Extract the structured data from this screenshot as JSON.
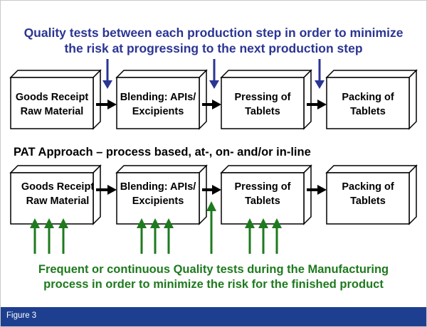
{
  "top_section": {
    "heading_line1": "Quality tests between each production step in order to minimize",
    "heading_line2": "the risk at progressing to the next production step",
    "steps": [
      {
        "line1": "Goods Receipt",
        "line2": "Raw Material"
      },
      {
        "line1": "Blending: APIs/",
        "line2": "Excipients"
      },
      {
        "line1": "Pressing of",
        "line2": "Tablets"
      },
      {
        "line1": "Packing of",
        "line2": "Tablets"
      }
    ]
  },
  "middle_section": {
    "heading": "PAT Approach – process based, at-, on- and/or in-line",
    "steps": [
      {
        "line1": "Goods Receipt",
        "line2": "Raw Material"
      },
      {
        "line1": "Blending: APIs/",
        "line2": "Excipients"
      },
      {
        "line1": "Pressing of",
        "line2": "Tablets"
      },
      {
        "line1": "Packing of",
        "line2": "Tablets"
      }
    ]
  },
  "bottom_section": {
    "text_line1": "Frequent or continuous Quality tests during the Manufacturing",
    "text_line2": "process in order to minimize the risk for the finished product"
  },
  "caption": {
    "label": "Figure 3"
  },
  "colors": {
    "blue_text": "#2b3593",
    "green_arrows": "#1e7a1e",
    "caption_bar": "#1e3f8f"
  }
}
